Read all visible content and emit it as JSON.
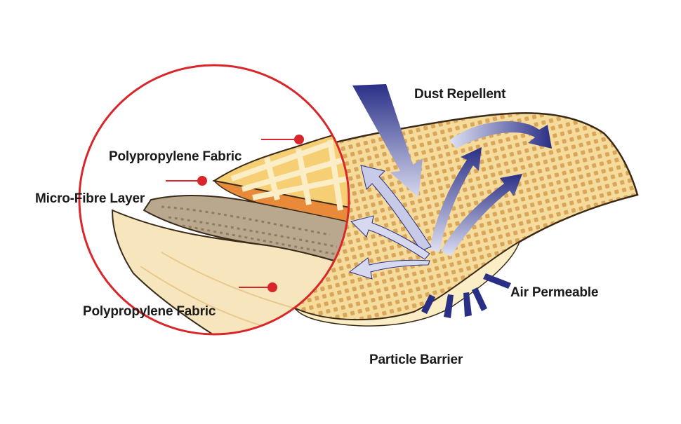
{
  "labels": {
    "dust_repellent": "Dust Repellent",
    "polypropylene_top": "Polypropylene Fabric",
    "micro_fibre": "Micro-Fibre Layer",
    "air_permeable": "Air Permeable",
    "polypropylene_bottom": "Polypropylene Fabric",
    "particle_barrier": "Particle Barrier"
  },
  "colors": {
    "fabric": "#f7dfa0",
    "fabric_light": "#fbeec7",
    "grid": "#e0b25c",
    "mesh": "#c99645",
    "arrow_dark": "#2a2f86",
    "arrow_light": "#c7cbe8",
    "circle": "#d9262b",
    "pointer": "#d9262b",
    "micro_fibre": "#b9a88e",
    "orange_layer": "#e88a3a",
    "outline": "#3a2a18"
  }
}
